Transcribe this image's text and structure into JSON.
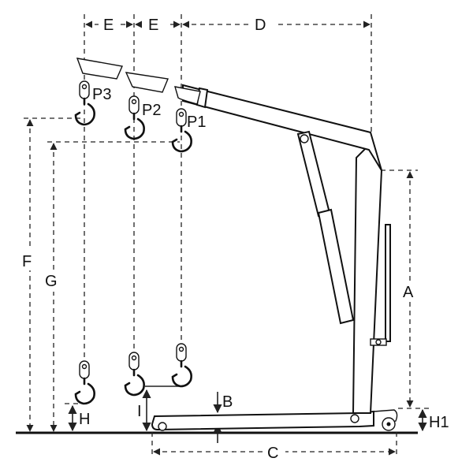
{
  "labels": {
    "e1": "E",
    "e2": "E",
    "d": "D",
    "f": "F",
    "g": "G",
    "h": "H",
    "i": "I",
    "b": "B",
    "a": "A",
    "h1": "H1",
    "c": "C",
    "p1": "P1",
    "p2": "P2",
    "p3": "P3"
  },
  "colors": {
    "line": "#111111",
    "background": "#ffffff"
  }
}
